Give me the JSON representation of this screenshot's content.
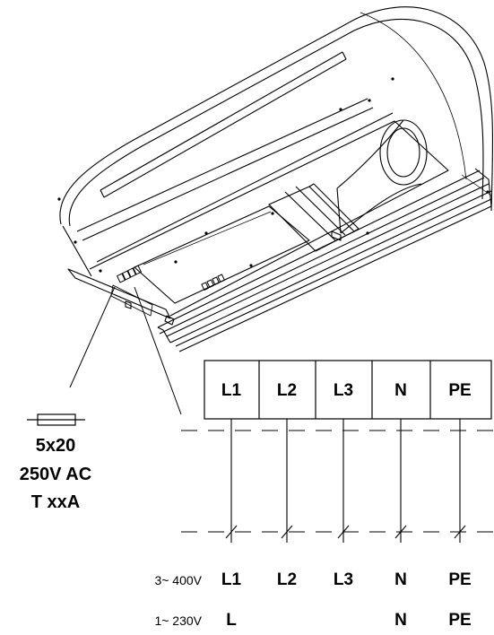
{
  "terminal_block": {
    "terminals": [
      "L1",
      "L2",
      "L3",
      "N",
      "PE"
    ]
  },
  "fuse": {
    "size": "5x20",
    "rating": "250V AC",
    "type": "T xxA"
  },
  "supply_options": [
    {
      "voltage": "3~ 400V",
      "conductors": [
        "L1",
        "L2",
        "L3",
        "N",
        "PE"
      ]
    },
    {
      "voltage": "1~ 230V",
      "conductors": [
        "L",
        "",
        "",
        "N",
        "PE"
      ]
    }
  ]
}
